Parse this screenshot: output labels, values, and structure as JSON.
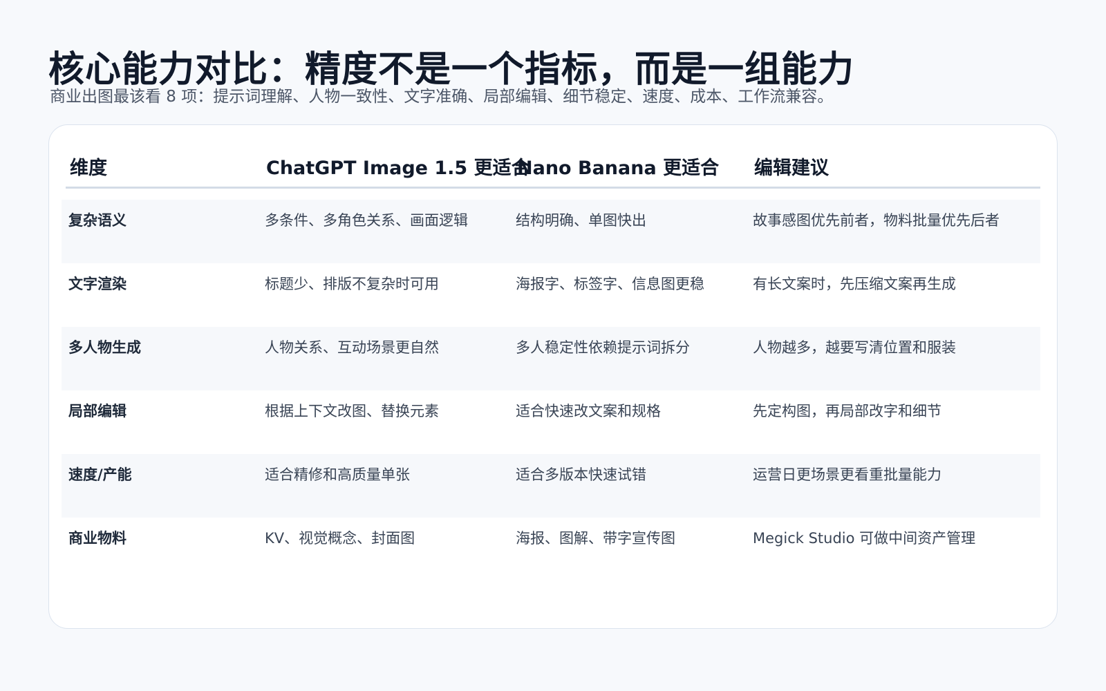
{
  "title": "核心能力对比：精度不是一个指标，而是一组能力",
  "subtitle": "商业出图最该看 8 项：提示词理解、人物一致性、文字准确、局部编辑、细节稳定、速度、成本、工作流兼容。",
  "table": {
    "headers": [
      "维度",
      "ChatGPT Image 1.5 更适合",
      "Nano Banana 更适合",
      "编辑建议"
    ],
    "rows": [
      [
        "复杂语义",
        "多条件、多角色关系、画面逻辑",
        "结构明确、单图快出",
        "故事感图优先前者，物料批量优先后者"
      ],
      [
        "文字渲染",
        "标题少、排版不复杂时可用",
        "海报字、标签字、信息图更稳",
        "有长文案时，先压缩文案再生成"
      ],
      [
        "多人物生成",
        "人物关系、互动场景更自然",
        "多人稳定性依赖提示词拆分",
        "人物越多，越要写清位置和服装"
      ],
      [
        "局部编辑",
        "根据上下文改图、替换元素",
        "适合快速改文案和规格",
        "先定构图，再局部改字和细节"
      ],
      [
        "速度/产能",
        "适合精修和高质量单张",
        "适合多版本快速试错",
        "运营日更场景更看重批量能力"
      ],
      [
        "商业物料",
        "KV、视觉概念、封面图",
        "海报、图解、带字宣传图",
        "Megick Studio 可做中间资产管理"
      ]
    ]
  },
  "colors": {
    "background": "#f7f9fc",
    "card": "#ffffff",
    "row_shade": "#f6f8fb",
    "header_rule": "#d3dbe6",
    "title": "#111a2b",
    "body_text": "#394455"
  }
}
